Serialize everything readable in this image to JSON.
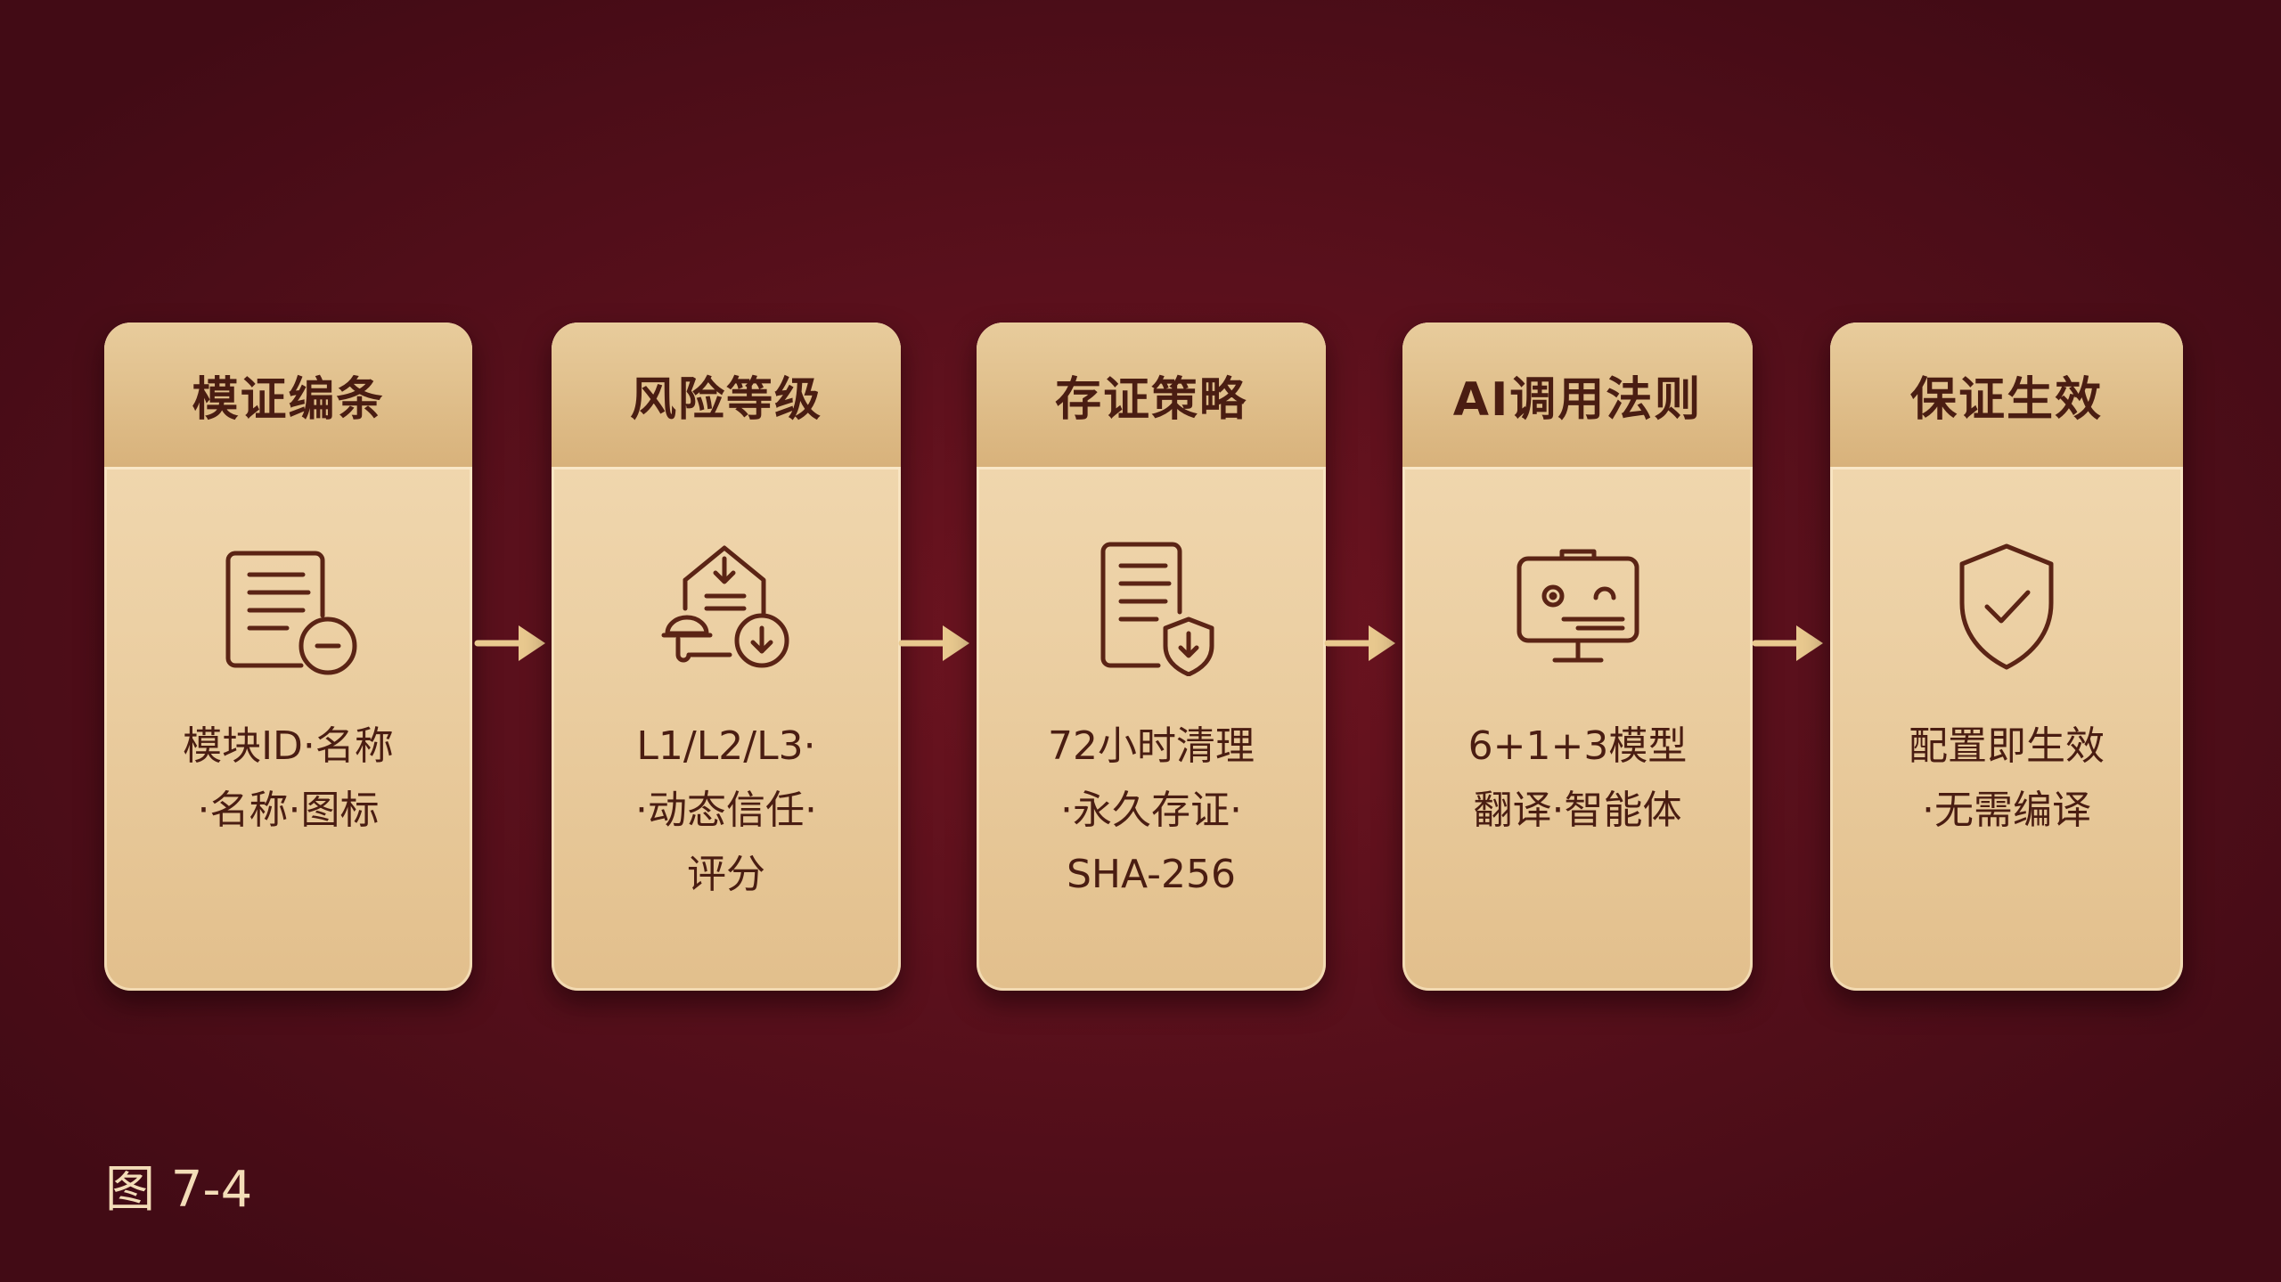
{
  "steps": [
    {
      "title": "模证编条",
      "icon": "document-minus-icon",
      "lines": [
        "模块ID·名称",
        "·名称·图标"
      ]
    },
    {
      "title": "风险等级",
      "icon": "risk-download-icon",
      "lines": [
        "L1/L2/L3·",
        "·动态信任·",
        "评分"
      ]
    },
    {
      "title": "存证策略",
      "icon": "document-shield-icon",
      "lines": [
        "72小时清理",
        "·永久存证·",
        "SHA-256"
      ]
    },
    {
      "title": "AI调用法则",
      "icon": "ai-monitor-icon",
      "lines": [
        "6+1+3模型",
        "翻译·智能体"
      ]
    },
    {
      "title": "保证生效",
      "icon": "shield-check-icon",
      "lines": [
        "配置即生效",
        "·无需编译"
      ]
    }
  ],
  "caption": "图 7-4",
  "colors": {
    "background": "#5a101c",
    "card": "#ecd0a4",
    "text": "#4a1d12",
    "arrow": "#e9c98f"
  }
}
